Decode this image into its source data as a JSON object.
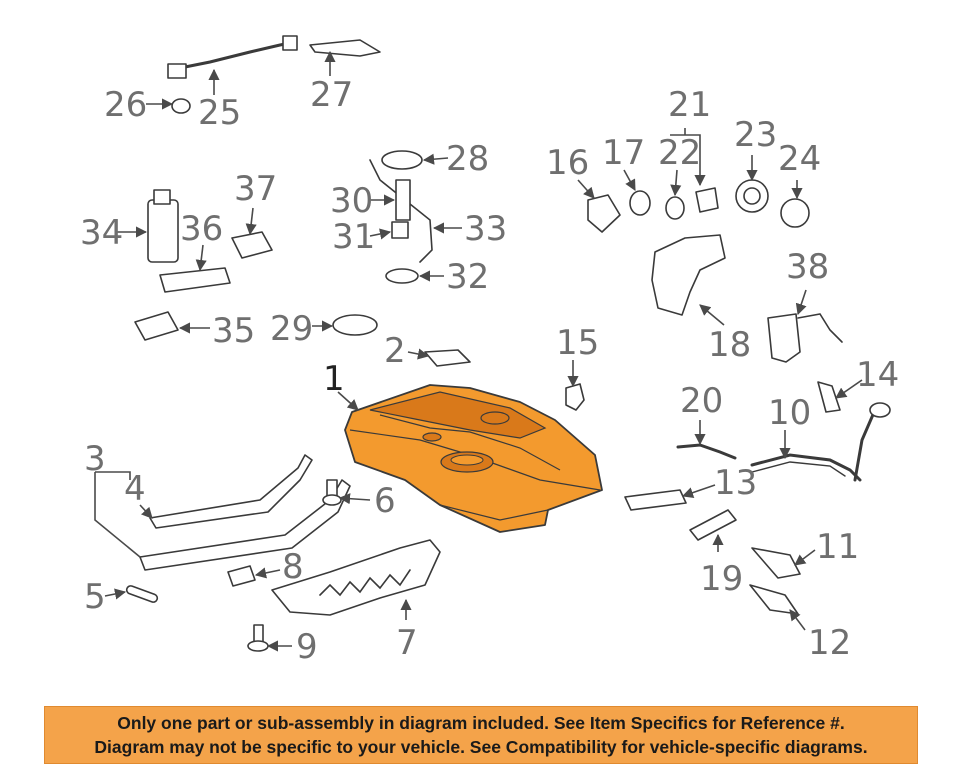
{
  "diagram": {
    "accent_color": "#f39a2e",
    "callouts": {
      "c1": "1",
      "c2": "2",
      "c3": "3",
      "c4": "4",
      "c5": "5",
      "c6": "6",
      "c7": "7",
      "c8": "8",
      "c9": "9",
      "c10": "10",
      "c11": "11",
      "c12": "12",
      "c13": "13",
      "c14": "14",
      "c15": "15",
      "c16": "16",
      "c17": "17",
      "c18": "18",
      "c19": "19",
      "c20": "20",
      "c21": "21",
      "c22": "22",
      "c23": "23",
      "c24": "24",
      "c25": "25",
      "c26": "26",
      "c27": "27",
      "c28": "28",
      "c29": "29",
      "c30": "30",
      "c31": "31",
      "c32": "32",
      "c33": "33",
      "c34": "34",
      "c35": "35",
      "c36": "36",
      "c37": "37",
      "c38": "38"
    }
  },
  "notice": {
    "line1": "Only one part or sub-assembly in diagram included. See Item Specifics for Reference #.",
    "line2": "Diagram may not be specific to your vehicle. See Compatibility for vehicle-specific diagrams.",
    "background_color": "#f4a34a"
  }
}
